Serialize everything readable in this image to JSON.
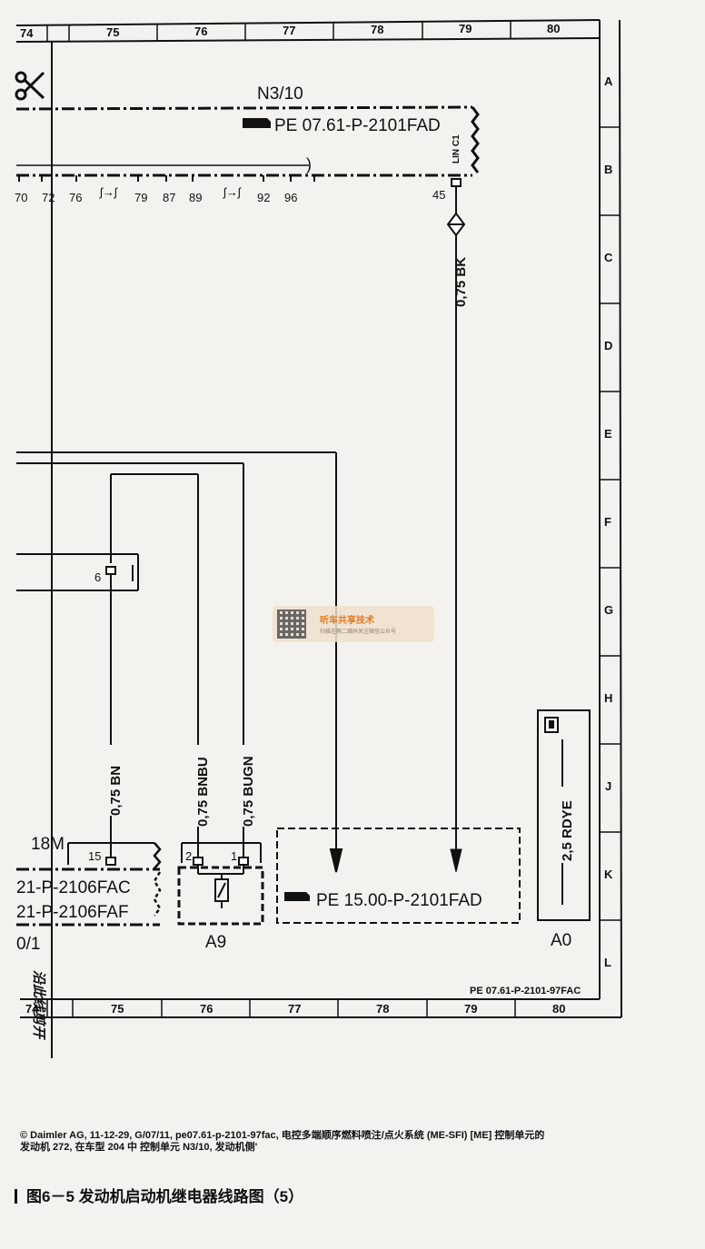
{
  "grid": {
    "columns": [
      "74",
      "75",
      "76",
      "77",
      "78",
      "79",
      "80"
    ],
    "rows": [
      "A",
      "B",
      "C",
      "D",
      "E",
      "F",
      "G",
      "H",
      "J",
      "K",
      "L"
    ]
  },
  "components": {
    "n310": {
      "name": "N3/10",
      "ref": "PE 07.61-P-2101FAD",
      "connector_label": "LIN C1",
      "pins": [
        "70",
        "72",
        "76",
        "79",
        "87",
        "89",
        "92",
        "96",
        "45"
      ]
    },
    "lower_left": {
      "name": "18M",
      "pin": "15",
      "ref1": "21-P-2106FAC",
      "ref2": "21-P-2106FAF",
      "label": "0/1"
    },
    "a9": {
      "name": "A9",
      "pin_left": "2",
      "pin_right": "1"
    },
    "pe15": {
      "ref": "PE 15.00-P-2101FAD"
    },
    "a0": {
      "name": "A0",
      "wire": "2,5 RDYE"
    },
    "splice_pin": "6"
  },
  "wires": {
    "bk": "0,75 BK",
    "bn": "0,75 BN",
    "bnbu": "0,75 BNBU",
    "bugn": "0,75 BUGN"
  },
  "sheet_ref": "PE 07.61-P-2101-97FAC",
  "watermark": {
    "title": "听车共享技术",
    "subtitle": "扫描左侧二维码关注微信公众号"
  },
  "side_text": "沿此线剪开",
  "footer": {
    "line1": "© Daimler AG, 11-12-29, G/07/11, pe07.61-p-2101-97fac, 电控多端顺序燃料喷注/点火系统 (ME-SFI) [ME] 控制单元的",
    "line2": "发动机 272, 在车型 204 中 控制单元 N3/10, 发动机侧'"
  },
  "caption": "图6－5   发动机启动机继电器线路图（5）",
  "colors": {
    "ink": "#111111",
    "paper": "#f3f2ee",
    "watermark_accent": "#e07a1f"
  }
}
